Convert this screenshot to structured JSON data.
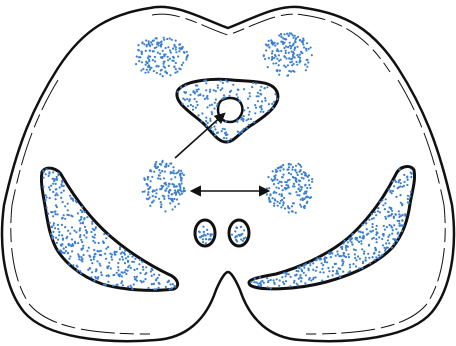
{
  "figure": {
    "style": "line illustration with stippled regions",
    "colors": {
      "outline": "#111111",
      "dots": "#3b7fd0",
      "background": "#ffffff"
    },
    "regions": [
      "upper-left-nucleus",
      "upper-right-nucleus",
      "central-ring-structure",
      "middle-left-nucleus",
      "middle-right-nucleus",
      "lower-left-small-nucleus",
      "lower-right-small-nucleus",
      "left-crescent-band",
      "right-crescent-band"
    ],
    "arrows": [
      "diagonal-arrow-to-ring",
      "double-headed-horizontal-arrow"
    ]
  }
}
